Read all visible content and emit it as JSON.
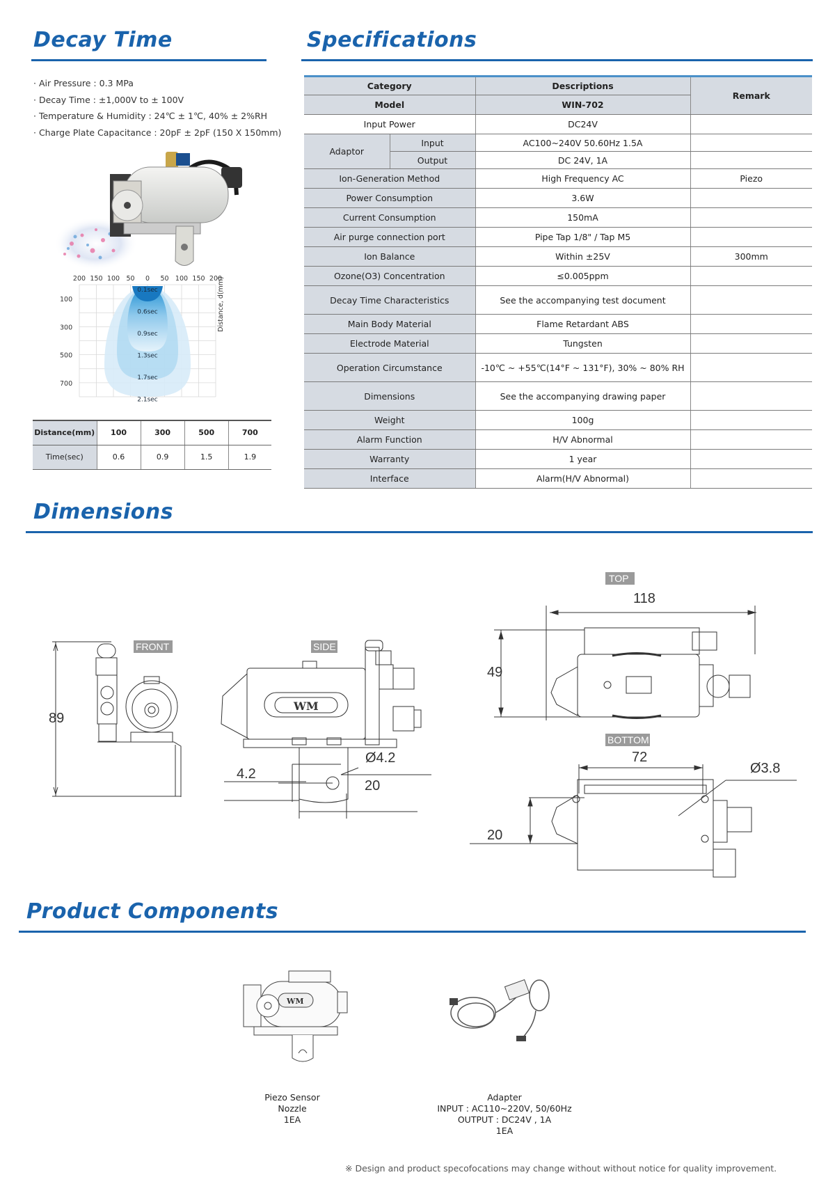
{
  "sections": {
    "decay_title": "Decay Time",
    "spec_title": "Specifications",
    "dim_title": "Dimensions",
    "comp_title": "Product Components"
  },
  "decay_notes": [
    "· Air Pressure : 0.3 MPa",
    "· Decay Time :  ±1,000V to ± 100V",
    "· Temperature & Humidity : 24℃  ± 1℃, 40%  ± 2%RH",
    "· Charge Plate Capacitance : 20pF  ± 2pF  (150 X 150mm)"
  ],
  "chart_data": {
    "type": "area",
    "x_ticks": [
      "200",
      "150",
      "100",
      "50",
      "0",
      "50",
      "100",
      "150",
      "200"
    ],
    "y_ticks": [
      "100",
      "300",
      "500",
      "700"
    ],
    "ylabel": "Distance, d(mm)",
    "annotations": [
      "0.1sec",
      "0.6sec",
      "0.9sec",
      "1.3sec",
      "1.7sec",
      "2.1sec"
    ]
  },
  "decay_table": {
    "headers": [
      "Distance(mm)",
      "100",
      "300",
      "500",
      "700"
    ],
    "row": [
      "Time(sec)",
      "0.6",
      "0.9",
      "1.5",
      "1.9"
    ]
  },
  "spec": {
    "head": {
      "category": "Category",
      "descriptions": "Descriptions",
      "remark": "Remark",
      "model": "Model",
      "model_value": "WIN-702"
    },
    "input_power": {
      "label": "Input Power",
      "value": "DC24V"
    },
    "adaptor": {
      "label": "Adaptor",
      "input_label": "Input",
      "input_value": "AC100~240V  50.60Hz  1.5A",
      "output_label": "Output",
      "output_value": "DC 24V, 1A"
    },
    "rows": [
      {
        "label": "Ion-Generation Method",
        "value": "High Frequency AC",
        "remark": "Piezo"
      },
      {
        "label": "Power Consumption",
        "value": "3.6W",
        "remark": ""
      },
      {
        "label": "Current Consumption",
        "value": "150mA",
        "remark": ""
      },
      {
        "label": "Air purge connection port",
        "value": "Pipe Tap 1/8\" / Tap M5",
        "remark": ""
      },
      {
        "label": "Ion Balance",
        "value": "Within ±25V",
        "remark": "300mm"
      },
      {
        "label": "Ozone(O3) Concentration",
        "value": "≤0.005ppm",
        "remark": ""
      },
      {
        "label": "Decay Time Characteristics",
        "value": "See the accompanying test document",
        "remark": ""
      },
      {
        "label": "Main Body Material",
        "value": "Flame Retardant ABS",
        "remark": ""
      },
      {
        "label": "Electrode Material",
        "value": "Tungsten",
        "remark": ""
      },
      {
        "label": "Operation Circumstance",
        "value": "-10℃ ~ +55℃(14°F  ~ 131°F), 30% ~ 80% RH",
        "remark": ""
      },
      {
        "label": "Dimensions",
        "value": "See the accompanying drawing paper",
        "remark": ""
      },
      {
        "label": "Weight",
        "value": "100g",
        "remark": ""
      },
      {
        "label": "Alarm Function",
        "value": "H/V Abnormal",
        "remark": ""
      },
      {
        "label": "Warranty",
        "value": "1 year",
        "remark": ""
      },
      {
        "label": "Interface",
        "value": "Alarm(H/V Abnormal)",
        "remark": ""
      }
    ]
  },
  "dimensions": {
    "front_tag": "FRONT",
    "side_tag": "SIDE",
    "top_tag": "TOP",
    "bottom_tag": "BOTTOM",
    "d89": "89",
    "d42": "4.2",
    "d_phi42": "Ø4.2",
    "d20_side": "20",
    "d118": "118",
    "d49": "49",
    "d72": "72",
    "d_phi38": "Ø3.8",
    "d20_bottom": "20",
    "logo": "WM"
  },
  "components": {
    "sensor": [
      "Piezo  Sensor",
      "Nozzle",
      "1EA"
    ],
    "adapter": [
      "Adapter",
      "INPUT   : AC110~220V,  50/60Hz",
      "OUTPUT  : DC24V  ,  1A",
      "1EA"
    ]
  },
  "footnote": "※ Design and product  specofocations may change without without notice for quality improvement."
}
